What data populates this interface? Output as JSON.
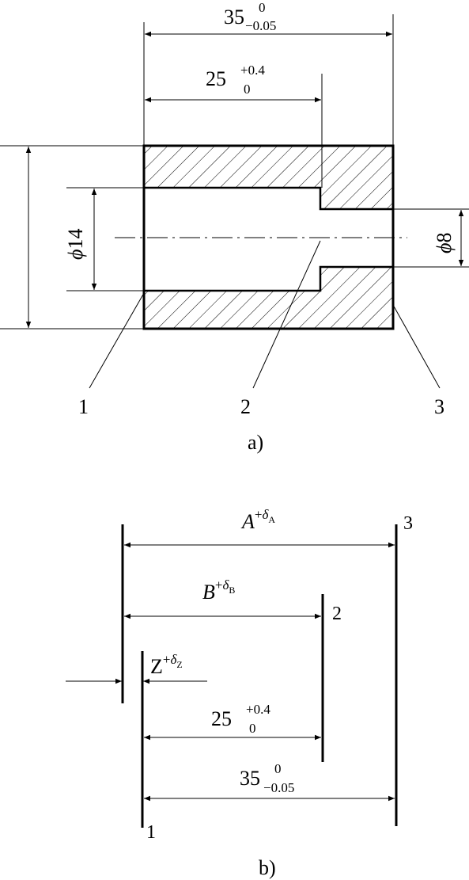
{
  "part_a": {
    "caption": "a)",
    "dim_overall": {
      "value": "35",
      "upper": "0",
      "lower": "−0.05"
    },
    "dim_bore": {
      "value": "25",
      "upper": "+0.4",
      "lower": "0"
    },
    "dia_large_prefix": "ϕ",
    "dia_large_value": "14",
    "dia_small_prefix": "ϕ",
    "dia_small_value": "8",
    "surface_labels": [
      "1",
      "2",
      "3"
    ]
  },
  "part_b": {
    "caption": "b)",
    "dim_A": {
      "base": "A",
      "sup_sign": "+",
      "sup_sym": "δ",
      "sub": "A"
    },
    "dim_B": {
      "base": "B",
      "sup_sign": "+",
      "sup_sym": "δ",
      "sub": "B"
    },
    "dim_Z": {
      "base": "Z",
      "sup_sign": "+",
      "sup_sym": "δ",
      "sub": "Z"
    },
    "dim_25": {
      "value": "25",
      "upper": "+0.4",
      "lower": "0"
    },
    "dim_35": {
      "value": "35",
      "upper": "0",
      "lower": "−0.05"
    },
    "surface_labels": [
      "1",
      "2",
      "3"
    ]
  }
}
